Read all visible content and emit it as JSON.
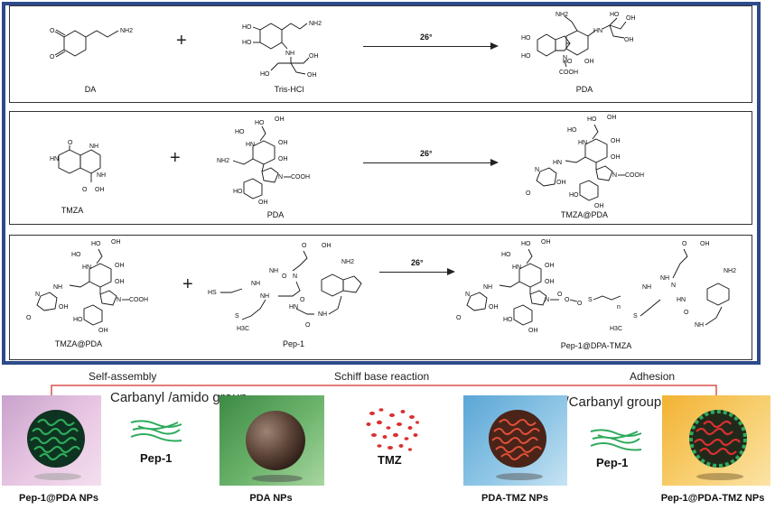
{
  "reactions": [
    {
      "reactants": [
        "DA",
        "Tris-HCl"
      ],
      "condition": "26°",
      "product": "PDA"
    },
    {
      "reactants": [
        "TMZA",
        "PDA"
      ],
      "condition": "26°",
      "product": "TMZA@PDA"
    },
    {
      "reactants": [
        "TMZA@PDA",
        "Pep-1"
      ],
      "condition": "26°",
      "product": "Pep-1@DPA-TMZA"
    }
  ],
  "plus": "+",
  "atoms": {
    "nh2": "NH2",
    "oh": "OH",
    "ho": "HO",
    "o": "O",
    "n": "N",
    "nh": "NH",
    "hn": "HN",
    "cooh": "COOH",
    "hs": "HS",
    "s": "S",
    "h3c": "H3C",
    "n_sub": "n"
  },
  "process": {
    "step1": "Self-assembly",
    "step2": "Schiff base reaction",
    "step3": "Adhesion",
    "group1": "Carbanyl /amido group",
    "group2": "Sulfydryl/Carbanyl group",
    "pep1a": "Pep-1",
    "tmz": "TMZ",
    "pep1b": "Pep-1"
  },
  "nanoparticles": [
    "Pep-1@PDA NPs",
    "PDA NPs",
    "PDA-TMZ NPs",
    "Pep-1@PDA-TMZ NPs"
  ],
  "colors": {
    "frame": "#2d4a8a",
    "bracket": "#d9534f",
    "peptide": "#2eaa5c",
    "drug": "#d93030"
  }
}
